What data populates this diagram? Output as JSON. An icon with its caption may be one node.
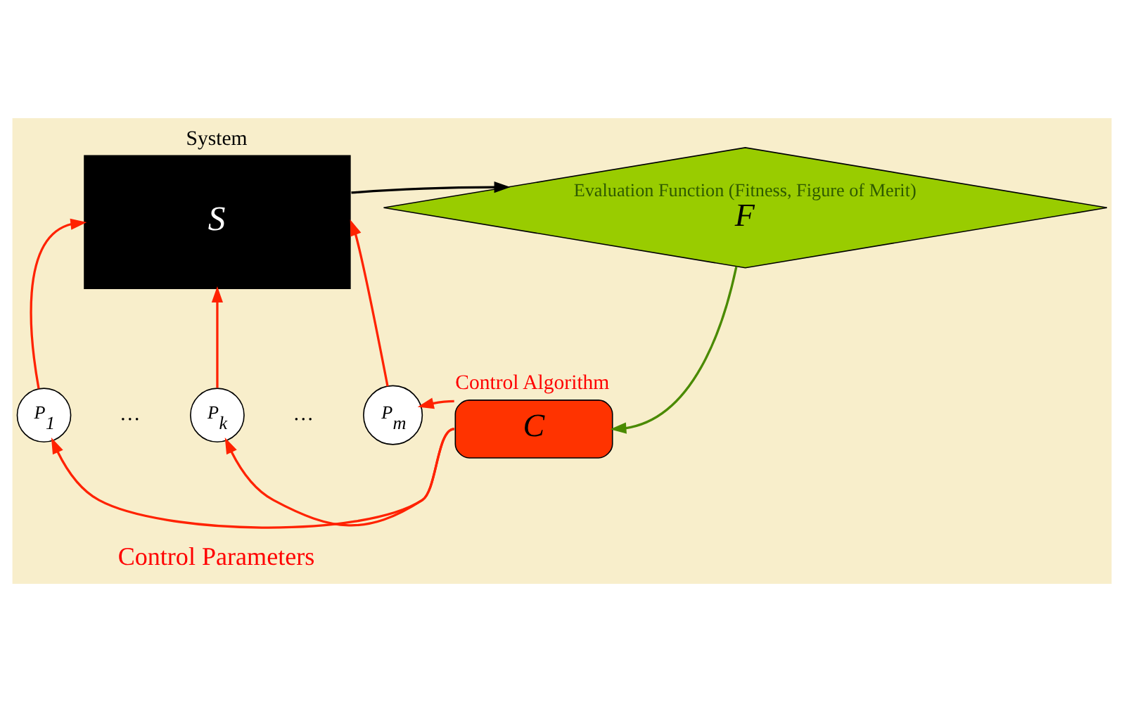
{
  "diagram": {
    "nodes": [
      {
        "text": [
          "System",
          "S"
        ]
      },
      {
        "text": [
          "Evaluation Function (Fitness, Figure of Merit)",
          "F"
        ]
      },
      {
        "text": [
          "Control Algorithm",
          "C"
        ]
      },
      {
        "text": [
          "P$_{1}$"
        ]
      },
      {
        "text": [
          "P$_{k}$"
        ]
      },
      {
        "text": [
          "P$_{m}$"
        ]
      }
    ],
    "edges": [
      {
        "from": 0,
        "to": 1,
        "arrow": "to",
        "color": "#000000"
      },
      {
        "from": 1,
        "to": 2,
        "arrow": "to",
        "color": "#4a8a00"
      },
      {
        "from": 2,
        "to": 3,
        "arrow": "to"
      },
      {
        "from": 2,
        "to": 4,
        "arrow": "to"
      },
      {
        "from": 2,
        "to": 5,
        "arrow": "to"
      },
      {
        "from": 3,
        "to": 0,
        "arrow": "to"
      },
      {
        "from": 4,
        "to": 0,
        "arrow": "to"
      },
      {
        "from": 5,
        "to": 0,
        "arrow": "to"
      }
    ],
    "labels": [
      "…",
      "…",
      "Control Parameters"
    ]
  }
}
